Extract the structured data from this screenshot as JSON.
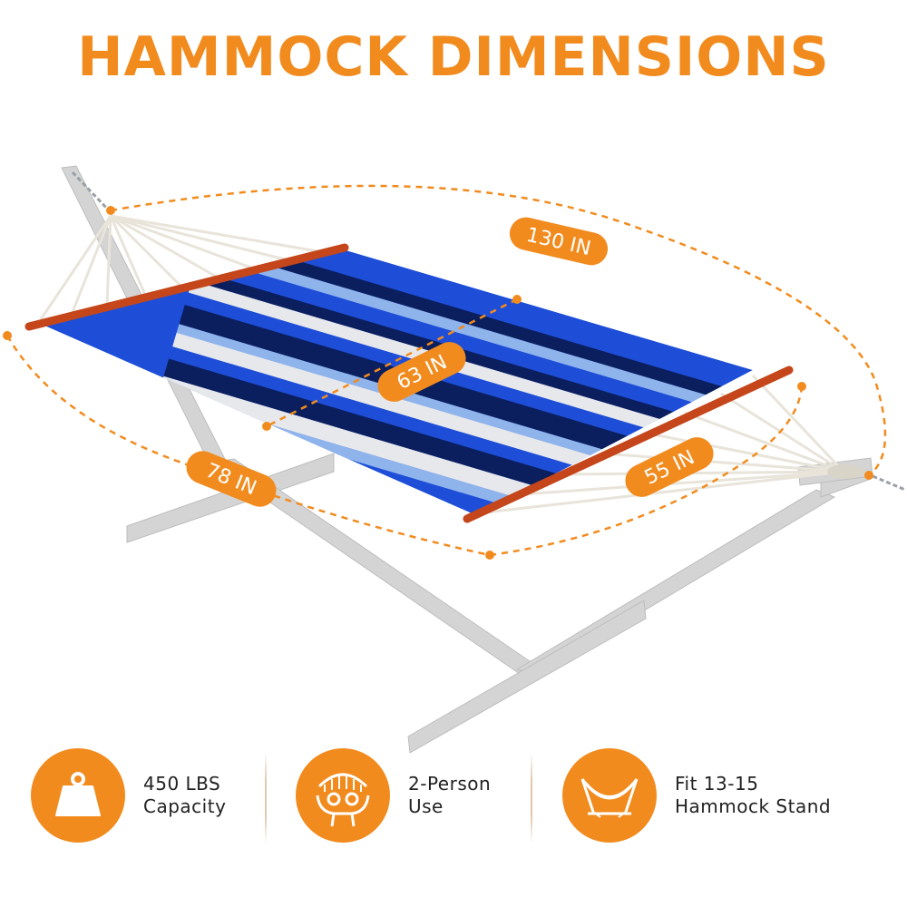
{
  "title": "HAMMOCK DIMENSIONS",
  "dimensions": {
    "total_length": "130 IN",
    "bed_width": "63 IN",
    "bed_length": "78 IN",
    "spreader_bar": "55 IN"
  },
  "features": [
    {
      "icon": "weight-icon",
      "line1": "450 LBS",
      "line2": "Capacity"
    },
    {
      "icon": "two-person-icon",
      "line1": "2-Person",
      "line2": "Use"
    },
    {
      "icon": "hammock-stand-icon",
      "line1": "Fit 13-15",
      "line2": "Hammock Stand"
    }
  ],
  "colors": {
    "accent": "#f28b1e",
    "stand": "#d4d4d4",
    "stripe_dark": "#0b1f5e",
    "stripe_blue": "#1e4ed8",
    "stripe_light": "#8fb4ec",
    "spreader_bar": "#c4461a"
  }
}
